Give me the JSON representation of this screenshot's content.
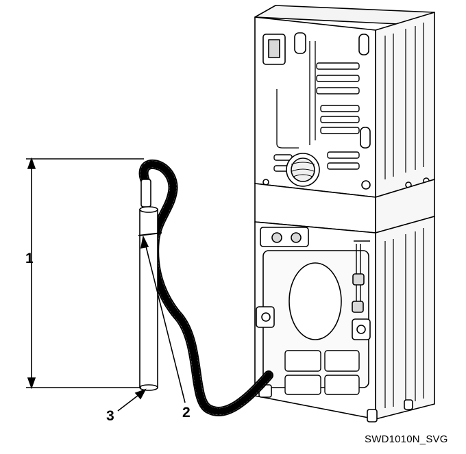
{
  "figure": {
    "caption": "SWD1010N_SVG",
    "callouts": [
      {
        "id": "1",
        "label": "1"
      },
      {
        "id": "2",
        "label": "2"
      },
      {
        "id": "3",
        "label": "3"
      }
    ]
  },
  "colors": {
    "line": "#000000",
    "panel": "#f2f2f2",
    "shade": "#d9d9d9",
    "background": "#ffffff"
  }
}
